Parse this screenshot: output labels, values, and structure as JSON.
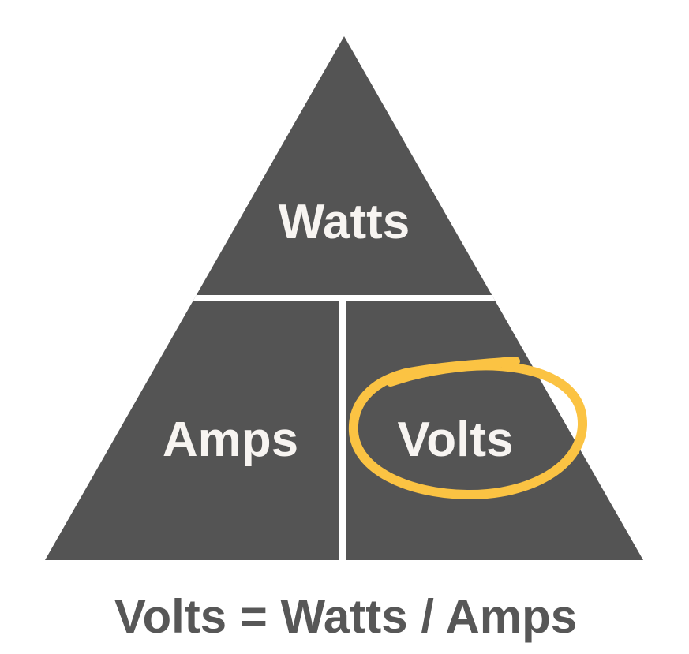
{
  "page": {
    "background_color": "#FFFFFF"
  },
  "triangle": {
    "fill_color": "#545454",
    "divider_color": "#FFFFFF",
    "label_color": "#F7F4F1",
    "top_label": "Watts",
    "bottom_left_label": "Amps",
    "bottom_right_label": "Volts"
  },
  "highlight": {
    "type": "hand-drawn-ellipse",
    "around_label": "Volts",
    "color": "#FBC343"
  },
  "formula": {
    "text": "Volts = Watts / Amps",
    "color": "#575757"
  }
}
